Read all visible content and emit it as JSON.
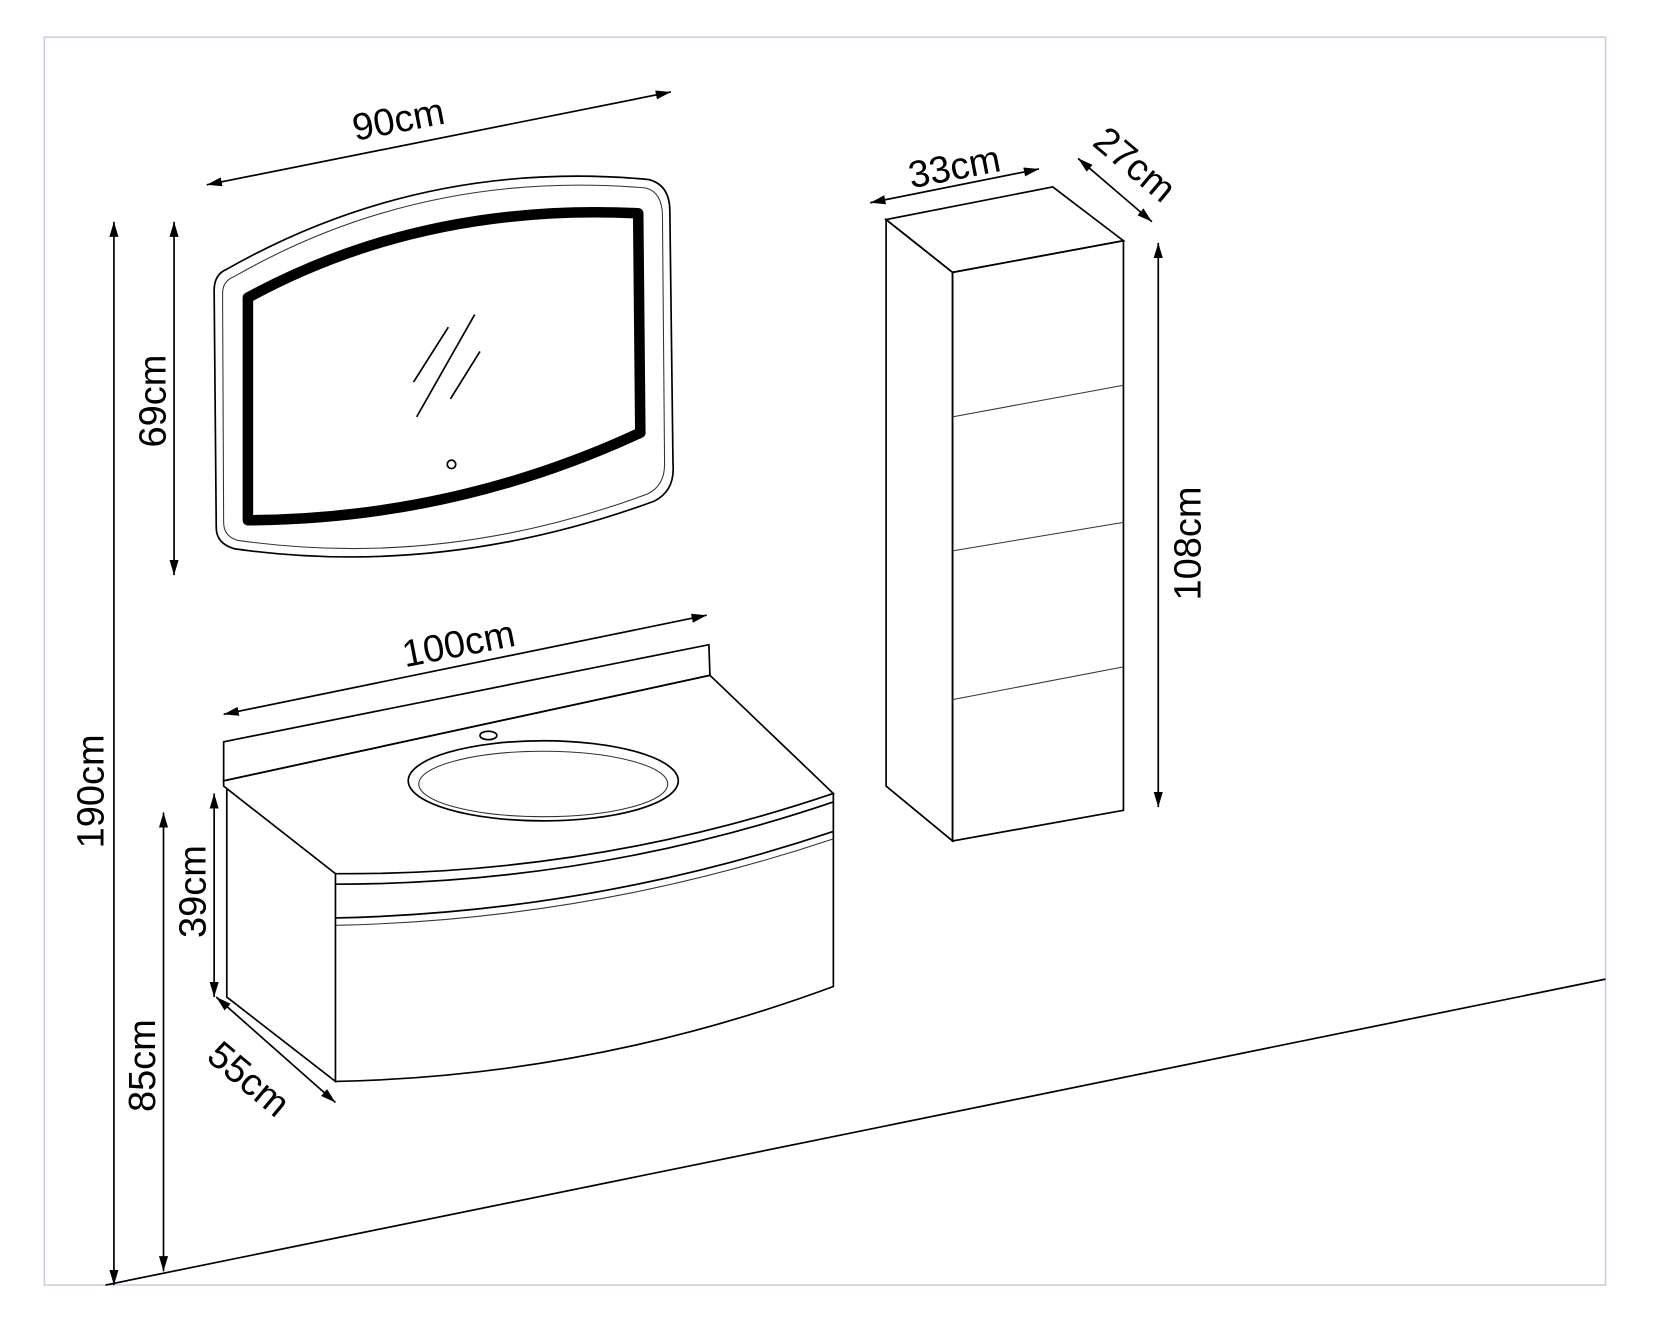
{
  "dimensions": {
    "mirror_width": "90cm",
    "mirror_height": "69cm",
    "total_height": "190cm",
    "vanity_width": "100cm",
    "vanity_height": "39cm",
    "vanity_mount_height": "85cm",
    "vanity_depth": "55cm",
    "tall_cabinet_width": "33cm",
    "tall_cabinet_depth": "27cm",
    "tall_cabinet_height": "108cm"
  },
  "colors": {
    "frame": "#c8d0e0",
    "line": "#000000"
  }
}
